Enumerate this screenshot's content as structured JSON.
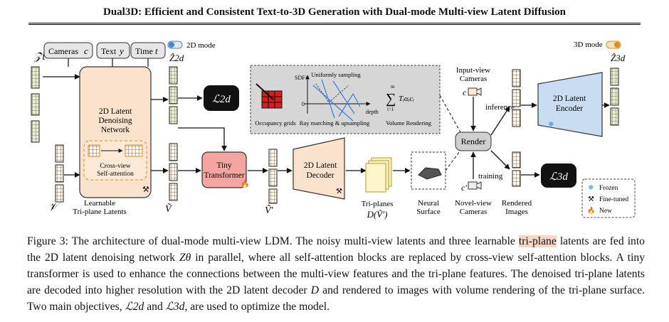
{
  "title": "Dual3D: Efficient and Consistent Text-to-3D Generation with Dual-mode Multi-view Latent Diffusion",
  "figure": {
    "z_t": "𝒵t",
    "conditions": {
      "cameras": "Cameras",
      "cameras_sym": "c",
      "text": "Text",
      "text_sym": "y",
      "time": "Time",
      "time_sym": "t"
    },
    "mode_2d": "2D mode",
    "mode_3d": "3D mode",
    "z_hat_2d": "Ẑ2d",
    "z_hat_3d": "Ẑ3d",
    "loss_2d": "ℒ2d",
    "loss_3d": "ℒ3d",
    "denoising_net": [
      "2D Latent",
      "Denoising",
      "Network"
    ],
    "cross_view": [
      "Cross-view",
      "Self-attention"
    ],
    "learnable_latents": [
      "Learnable",
      "Tri-plane Latents"
    ],
    "v_sym": "𝒱",
    "v_tilde": "Ṽ",
    "v_tilde_prime": "Ṽ′",
    "tiny_transformer": [
      "Tiny",
      "Transformer"
    ],
    "decoder": [
      "2D Latent",
      "Decoder"
    ],
    "triplanes": "Tri-planes",
    "d_v": "D(Ṽ′)",
    "neural_surface": [
      "Neural",
      "Surface"
    ],
    "novel_view": [
      "Novel-view",
      "Cameras"
    ],
    "rendered": [
      "Rendered",
      "Images"
    ],
    "input_view": [
      "Input-view",
      "Cameras"
    ],
    "render": "Render",
    "inference": "inference",
    "training": "training",
    "encoder": [
      "2D Latent",
      "Encoder"
    ],
    "c_sym": "c",
    "c_prime": "c′",
    "sdf": "SDF",
    "uniform_sampling": "Uniformly sampling",
    "depth": "depth",
    "zero": "0",
    "occupancy": "Occupancy grids",
    "ray_marching": "Ray marching & upsampling",
    "volume_rendering": "Volume Rendering",
    "sum_top": "m",
    "sum_bottom": "i=1",
    "sum_expr": "Tᵢαᵢcᵢ",
    "legend": {
      "frozen": "Frozen",
      "finetuned": "Fine-tuned",
      "new": "New"
    }
  },
  "caption": {
    "p1": "Figure 3: The architecture of dual-mode multi-view LDM. The noisy multi-view latents and three learnable ",
    "hl": "tri-plane",
    "p2": " latents are fed into the 2D latent denoising network ",
    "z_theta": "Zθ",
    "p3": " in parallel, where all self-attention blocks are replaced by cross-view self-attention blocks. A tiny transformer is used to enhance the connections between the multi-view features and the tri-plane features. The denoised tri-plane latents are decoded into higher resolution with the 2D latent decoder ",
    "d": "D",
    "p4": " and rendered to images with volume rendering of the tri-plane surface. Two main objectives, ",
    "l2d": "ℒ2d",
    "p5": " and ",
    "l3d": "ℒ3d",
    "p6": ", are used to optimize the model."
  }
}
